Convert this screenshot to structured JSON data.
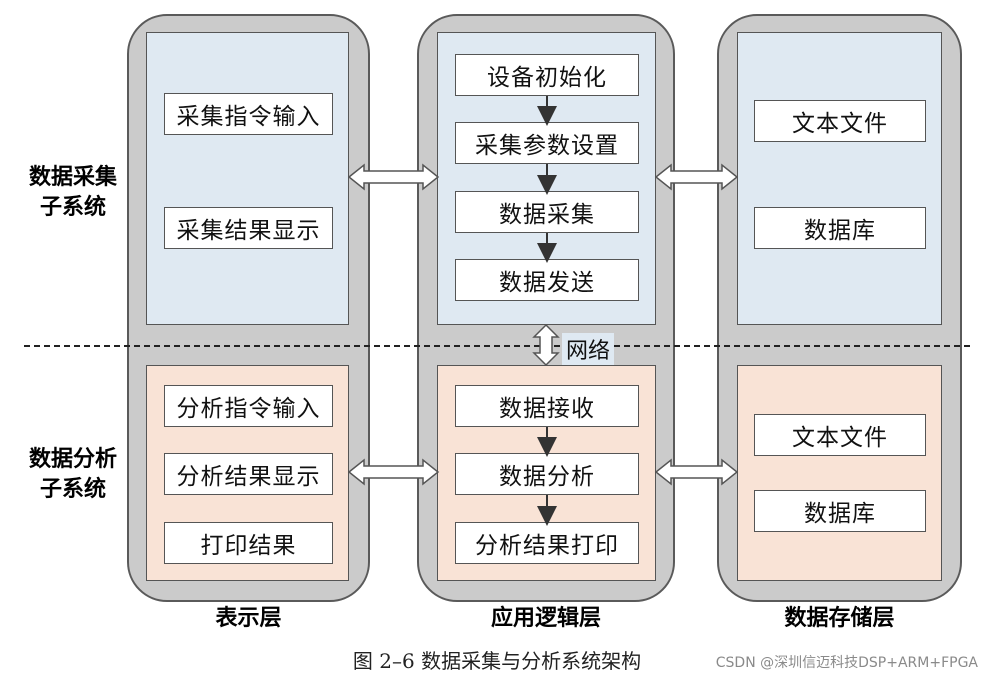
{
  "side_labels": {
    "collection": [
      "数据采集",
      "子系统"
    ],
    "analysis": [
      "数据分析",
      "子系统"
    ]
  },
  "columns": {
    "presentation": "表示层",
    "logic": "应用逻辑层",
    "storage": "数据存储层"
  },
  "collection": {
    "presentation": [
      "采集指令输入",
      "采集结果显示"
    ],
    "logic": [
      "设备初始化",
      "采集参数设置",
      "数据采集",
      "数据发送"
    ],
    "storage": [
      "文本文件",
      "数据库"
    ]
  },
  "analysis": {
    "presentation": [
      "分析指令输入",
      "分析结果显示",
      "打印结果"
    ],
    "logic": [
      "数据接收",
      "数据分析",
      "分析结果打印"
    ],
    "storage": [
      "文本文件",
      "数据库"
    ]
  },
  "network_label": "网络",
  "caption": "图 2–6 数据采集与分析系统架构",
  "watermark": "CSDN @深圳信迈科技DSP+ARM+FPGA",
  "colors": {
    "column_bg": "#cbcbcb",
    "collection_panel": "#dfe9f2",
    "analysis_panel": "#f9e3d6"
  }
}
